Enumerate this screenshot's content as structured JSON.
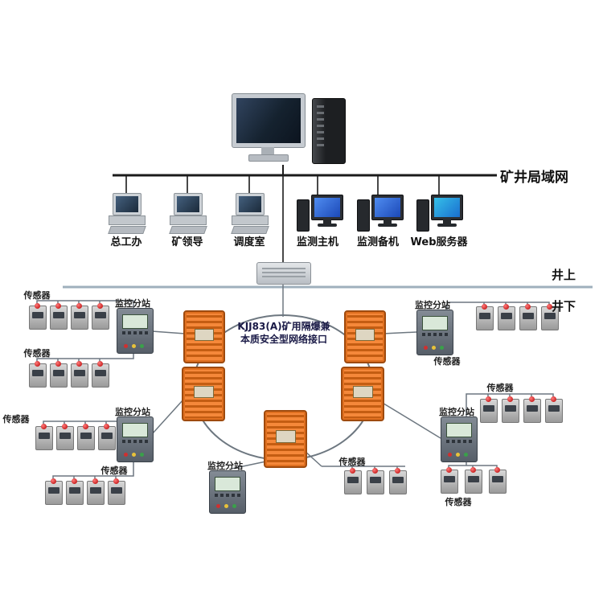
{
  "diagram": {
    "lan_label": "矿井局域网",
    "surface_label": "井上",
    "underground_label": "井下",
    "interface_line1": "KJJ83(A)矿用隔爆兼",
    "interface_line2": "本质安全型网络接口",
    "substation_label": "监控分站",
    "sensor_label": "传感器"
  },
  "workstations": [
    {
      "label": "总工办"
    },
    {
      "label": "矿领导"
    },
    {
      "label": "调度室"
    },
    {
      "label": "监测主机"
    },
    {
      "label": "监测备机"
    },
    {
      "label": "Web服务器"
    }
  ],
  "colors": {
    "lan_line": "#1b1b1b",
    "wire": "#6d7780",
    "divider": "#9fb0bc",
    "device_orange": "#e8742a",
    "screen_blue": "#3a6fe0"
  }
}
